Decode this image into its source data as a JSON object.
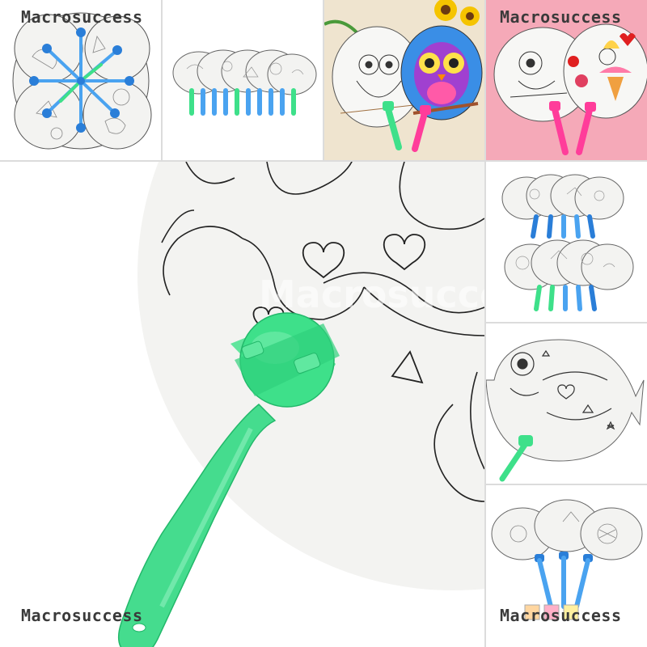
{
  "watermarks": {
    "top_left": "Macrosuccess",
    "top_right": "Macrosuccess",
    "bottom_left": "Macrosuccess",
    "bottom_right": "Macrosuccess",
    "center_faint": "Macrosuccess"
  },
  "colors": {
    "fan_paper": "#f3f3f1",
    "outline": "#222222",
    "handle_green": "#3ee08a",
    "handle_green_dark": "#22b86a",
    "handle_blue": "#4aa3f0",
    "handle_pink": "#ff3d9a",
    "bg_pink": "#f5a9b8",
    "bg_cream": "#efe4cf"
  },
  "panels": [
    {
      "name": "top-panel-fan-wheel",
      "icon": "fan-wheel-photo"
    },
    {
      "name": "top-panel-fan-row",
      "icon": "fan-row-photo"
    },
    {
      "name": "top-panel-owl-fans",
      "icon": "owl-fans-photo"
    },
    {
      "name": "top-panel-pink-fans",
      "icon": "pink-fans-photo"
    },
    {
      "name": "main-panel-closeup",
      "icon": "fan-closeup-photo"
    },
    {
      "name": "side-panel-two-rows",
      "icon": "fan-stack-photo"
    },
    {
      "name": "side-panel-fish-fan",
      "icon": "fish-fan-photo"
    },
    {
      "name": "side-panel-spread-fans",
      "icon": "spread-fans-photo"
    }
  ]
}
